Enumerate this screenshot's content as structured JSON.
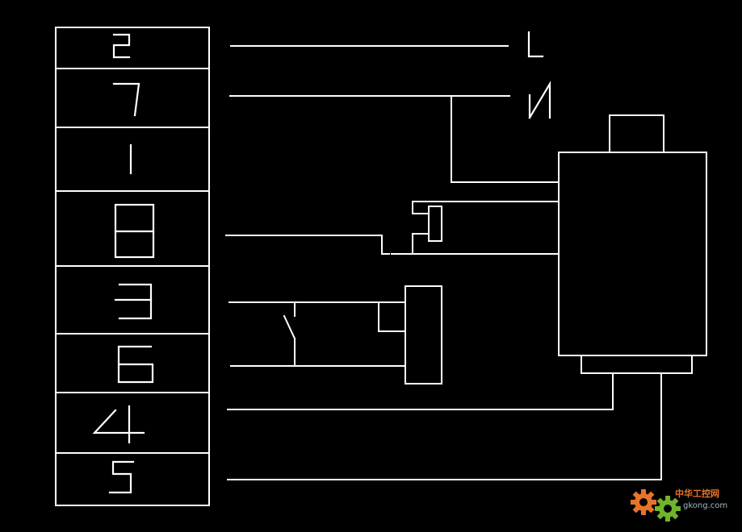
{
  "terminals": [
    {
      "label": "2"
    },
    {
      "label": "7"
    },
    {
      "label": "1"
    },
    {
      "label": "8"
    },
    {
      "label": "3"
    },
    {
      "label": "6"
    },
    {
      "label": "4"
    },
    {
      "label": "5"
    }
  ],
  "supply_labels": {
    "line": "L",
    "neutral": "N"
  },
  "colors": {
    "background": "#000000",
    "line": "#ffffff",
    "watermark_gear_orange": "#e8742a",
    "watermark_gear_green": "#6fb52c"
  },
  "watermark": {
    "title": "中华工控网",
    "url": "gkong.com"
  }
}
